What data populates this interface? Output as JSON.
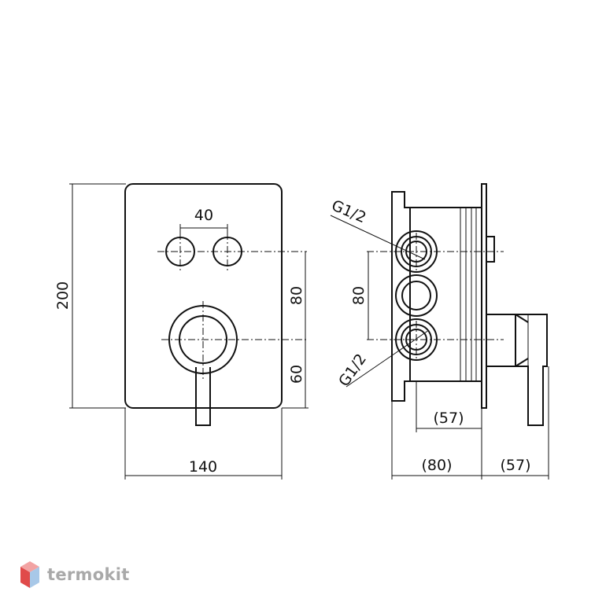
{
  "front_view": {
    "dim_width": "140",
    "dim_height": "200",
    "dim_button_spacing": "40",
    "dim_button_to_handle": "80",
    "dim_handle_to_bottom": "60"
  },
  "side_view": {
    "dim_inlet_spacing": "80",
    "label_thread_top": "G1/2",
    "label_thread_bottom": "G1/2",
    "dim_box_inner_depth": "(57)",
    "dim_box_depth": "(80)",
    "dim_handle_depth": "(57)"
  },
  "brand": {
    "name": "termokit",
    "logo_top_color": "#f2a3a3",
    "logo_left_color": "#e04a4a",
    "logo_right_color": "#a8c8e8"
  }
}
